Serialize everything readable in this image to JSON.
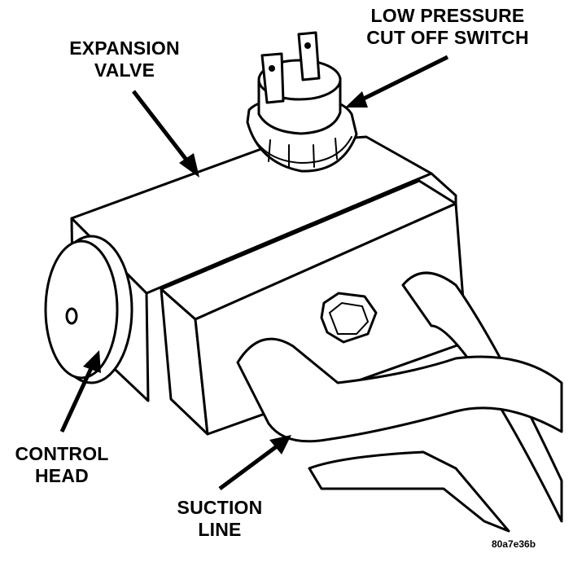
{
  "labels": {
    "expansion_valve": [
      "EXPANSION",
      "VALVE"
    ],
    "low_pressure_switch": [
      "LOW PRESSURE",
      "CUT OFF SWITCH"
    ],
    "control_head": [
      "CONTROL",
      "HEAD"
    ],
    "suction_line": [
      "SUCTION",
      "LINE"
    ]
  },
  "figure_code": "80a7e36b",
  "colors": {
    "ink": "#000000",
    "paper": "#ffffff"
  }
}
